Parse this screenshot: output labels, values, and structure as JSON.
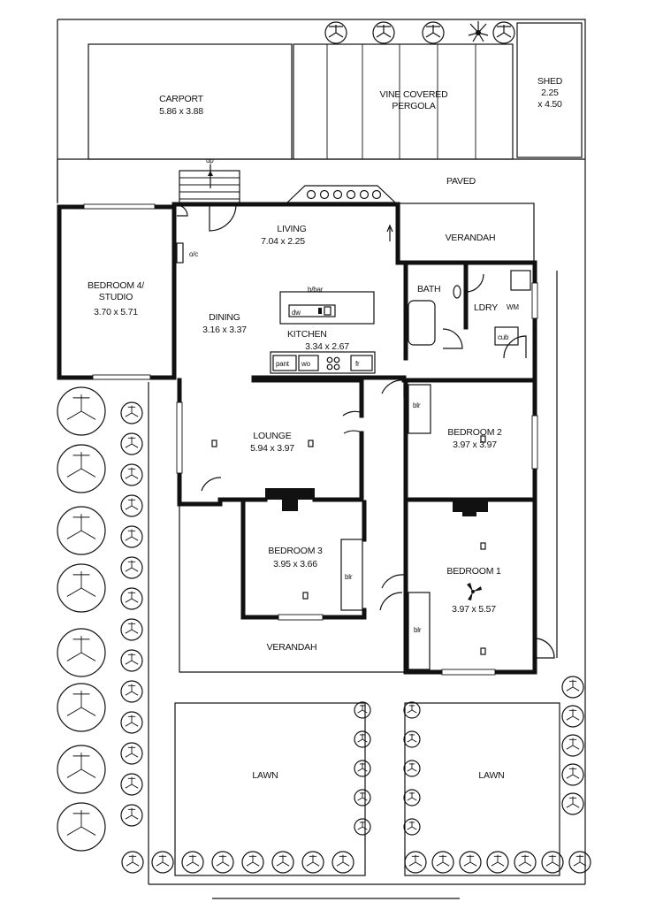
{
  "labels": {
    "carport": "CARPORT",
    "carport_size": "5.86 x 3.88",
    "pergola_1": "VINE COVERED",
    "pergola_2": "PERGOLA",
    "shed": "SHED",
    "shed_size_1": "2.25",
    "shed_size_2": "x 4.50",
    "up": "up",
    "paved": "PAVED",
    "living": "LIVING",
    "living_size": "7.04 x 2.25",
    "verandah_top": "VERANDAH",
    "oc": "o/c",
    "bed4_1": "BEDROOM 4/",
    "bed4_2": "STUDIO",
    "bed4_size": "3.70 x 5.71",
    "bbar": "b/bar",
    "dw": "dw",
    "bath": "BATH",
    "ldry": "LDRY",
    "wm": "WM",
    "cub": "cub",
    "dining": "DINING",
    "dining_size": "3.16 x 3.37",
    "kitchen": "KITCHEN",
    "kitchen_size": "3.34 x 2.67",
    "pantry": "pant",
    "wo": "wo",
    "fr": "fr",
    "blr_b2": "blr",
    "bedroom2": "BEDROOM 2",
    "bedroom2_size": "3.97 x 3.97",
    "lounge": "LOUNGE",
    "lounge_size": "5.94 x 3.97",
    "bedroom3": "BEDROOM 3",
    "bedroom3_size": "3.95 x 3.66",
    "blr_b3": "blr",
    "bedroom1": "BEDROOM 1",
    "bedroom1_size": "3.97 x 5.57",
    "blr_b1": "blr",
    "verandah_bottom": "VERANDAH",
    "lawn_left": "LAWN",
    "lawn_right": "LAWN"
  },
  "colors": {
    "ink": "#111111",
    "paper": "#ffffff"
  },
  "icons": {
    "tree": "tree-icon",
    "shrub": "shrub-icon",
    "palm": "palm-icon",
    "ceiling_fan": "ceiling-fan-icon"
  }
}
